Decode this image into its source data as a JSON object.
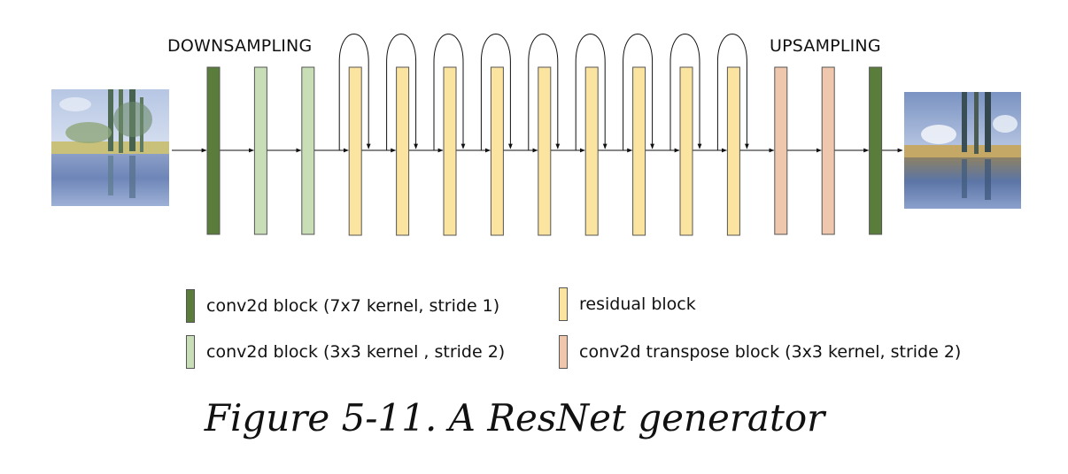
{
  "labels": {
    "downsampling": "DOWNSAMPLING",
    "upsampling": "UPSAMPLING"
  },
  "blocks": [
    {
      "type": "conv7"
    },
    {
      "type": "conv3"
    },
    {
      "type": "conv3"
    },
    {
      "type": "residual"
    },
    {
      "type": "residual"
    },
    {
      "type": "residual"
    },
    {
      "type": "residual"
    },
    {
      "type": "residual"
    },
    {
      "type": "residual"
    },
    {
      "type": "residual"
    },
    {
      "type": "residual"
    },
    {
      "type": "residual"
    },
    {
      "type": "transpose"
    },
    {
      "type": "transpose"
    },
    {
      "type": "conv7"
    }
  ],
  "colors": {
    "conv7": "#5b7d3c",
    "conv3": "#c7deb7",
    "residual": "#fbe3a0",
    "transpose": "#efc7ad",
    "border": "#555555",
    "arrow": "#111111"
  },
  "legend": [
    {
      "type": "conv7",
      "label": "conv2d block (7x7 kernel, stride 1)"
    },
    {
      "type": "conv3",
      "label": "conv2d block (3x3 kernel , stride 2)"
    },
    {
      "type": "residual",
      "label": "residual block"
    },
    {
      "type": "transpose",
      "label": "conv2d transpose block (3x3 kernel, stride 2)"
    }
  ],
  "caption": "Figure 5-11. A ResNet generator",
  "images": {
    "input": "impressionist-painting-input",
    "output": "generated-painting-output"
  }
}
